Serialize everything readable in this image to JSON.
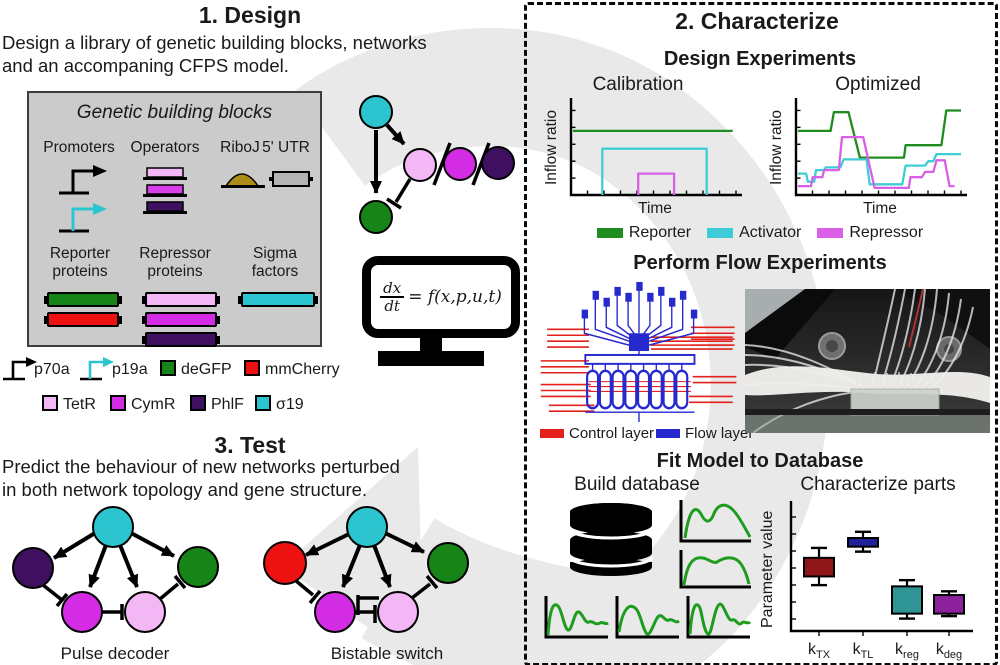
{
  "design": {
    "heading": "1. Design",
    "description": "Design a library of genetic building blocks, networks\nand an accompaning CFPS model.",
    "library": {
      "title": "Genetic building blocks",
      "groups": {
        "promoters": "Promoters",
        "operators": "Operators",
        "riboj": "RiboJ",
        "utr": "5' UTR",
        "reporter": "Reporter\nproteins",
        "repressor": "Repressor\nproteins",
        "sigma": "Sigma\nfactors"
      }
    },
    "legend_row1": [
      {
        "icon": "promoter-black-icon",
        "label": "p70a",
        "color": "#111111"
      },
      {
        "icon": "promoter-cyan-icon",
        "label": "p19a",
        "color": "#2cc5cf"
      },
      {
        "icon": "swatch",
        "label": "deGFP",
        "color": "#168417"
      },
      {
        "icon": "swatch",
        "label": "mmCherry",
        "color": "#ee1111"
      }
    ],
    "legend_row2": [
      {
        "icon": "swatch",
        "label": "TetR",
        "color": "#f2b7f4"
      },
      {
        "icon": "swatch",
        "label": "CymR",
        "color": "#d42be4"
      },
      {
        "icon": "swatch",
        "label": "PhlF",
        "color": "#3f1060"
      },
      {
        "icon": "swatch",
        "label": "σ19",
        "color": "#2cc5cf"
      }
    ],
    "model_equation": {
      "numerator": "dx",
      "denominator": "dt",
      "rhs": "= f(x,p,u,t)"
    }
  },
  "characterize": {
    "heading": "2. Characterize",
    "design_experiments": {
      "heading": "Design Experiments",
      "calibration_title": "Calibration",
      "optimized_title": "Optimized",
      "ylabel": "Inflow ratio",
      "xlabel": "Time",
      "legend": [
        {
          "label": "Reporter",
          "color": "#1e8c1e"
        },
        {
          "label": "Activator",
          "color": "#3ecdd6"
        },
        {
          "label": "Repressor",
          "color": "#d95fe6"
        }
      ]
    },
    "flow_experiments": {
      "heading": "Perform Flow Experiments",
      "legend": [
        {
          "label": "Control layer",
          "color": "#e3201c"
        },
        {
          "label": "Flow layer",
          "color": "#2629cd"
        }
      ]
    },
    "fit_model": {
      "heading": "Fit Model to Database",
      "build_title": "Build database",
      "parts_title": "Characterize parts",
      "ylabel": "Parameter value"
    }
  },
  "test": {
    "heading": "3. Test",
    "description": "Predict the behaviour of new networks perturbed\nin both network topology and gene structure.",
    "caption_left": "Pulse decoder",
    "caption_right": "Bistable switch"
  },
  "colors": {
    "node_cyan": "#2cc5cf",
    "node_green": "#168417",
    "node_light_pink": "#f2b7f4",
    "node_magenta": "#d42be4",
    "node_dark_purple": "#3f1060",
    "node_red": "#ee1111",
    "riboj_gold": "#ad8c17",
    "utr_gray": "#b4b4b4",
    "library_box_gray": "#cbcbcb",
    "cycle_arrow_gray": "#e9e9e9",
    "chip_control_red": "#e3201c",
    "chip_flow_blue": "#2629cd",
    "database_curve_green": "#1e9c1e"
  },
  "chart_data": [
    {
      "id": "calibration",
      "type": "line",
      "title": "Calibration",
      "xlabel": "Time",
      "ylabel": "Inflow ratio",
      "ylim": [
        0,
        100
      ],
      "grid": false,
      "series": [
        {
          "name": "Reporter",
          "color": "#1e8c1e",
          "points": [
            [
              0,
              72
            ],
            [
              98,
              72
            ]
          ]
        },
        {
          "name": "Activator",
          "color": "#3ecdd6",
          "points": [
            [
              18,
              0
            ],
            [
              18,
              52
            ],
            [
              82,
              52
            ],
            [
              82,
              0
            ]
          ]
        },
        {
          "name": "Repressor",
          "color": "#d95fe6",
          "points": [
            [
              40,
              0
            ],
            [
              40,
              24
            ],
            [
              62,
              24
            ],
            [
              62,
              0
            ]
          ]
        }
      ]
    },
    {
      "id": "optimized",
      "type": "line",
      "title": "Optimized",
      "xlabel": "Time",
      "ylabel": "Inflow ratio",
      "ylim": [
        0,
        100
      ],
      "grid": false,
      "series": [
        {
          "name": "Reporter",
          "color": "#1e8c1e",
          "points": [
            [
              0,
              72
            ],
            [
              20,
              72
            ],
            [
              22,
              93
            ],
            [
              31,
              93
            ],
            [
              38,
              42
            ],
            [
              65,
              42
            ],
            [
              66,
              56
            ],
            [
              88,
              56
            ],
            [
              91,
              95
            ],
            [
              100,
              95
            ]
          ]
        },
        {
          "name": "Activator",
          "color": "#3ecdd6",
          "points": [
            [
              0,
              24
            ],
            [
              5,
              24
            ],
            [
              6,
              15
            ],
            [
              10,
              15
            ],
            [
              11,
              28
            ],
            [
              16,
              28
            ],
            [
              17,
              31
            ],
            [
              26,
              31
            ],
            [
              28,
              40
            ],
            [
              42,
              40
            ],
            [
              44,
              12
            ],
            [
              64,
              12
            ],
            [
              66,
              33
            ],
            [
              78,
              33
            ],
            [
              80,
              38
            ],
            [
              83,
              38
            ],
            [
              85,
              46
            ],
            [
              100,
              46
            ]
          ]
        },
        {
          "name": "Repressor",
          "color": "#d95fe6",
          "points": [
            [
              0,
              10
            ],
            [
              8,
              10
            ],
            [
              9,
              20
            ],
            [
              15,
              20
            ],
            [
              16,
              28
            ],
            [
              25,
              28
            ],
            [
              27,
              65
            ],
            [
              40,
              65
            ],
            [
              47,
              8
            ],
            [
              68,
              8
            ],
            [
              69,
              20
            ],
            [
              76,
              20
            ],
            [
              78,
              26
            ],
            [
              83,
              26
            ],
            [
              85,
              39
            ],
            [
              90,
              39
            ],
            [
              93,
              10
            ],
            [
              96,
              10
            ]
          ]
        }
      ]
    },
    {
      "id": "parts-boxplot",
      "type": "boxplot",
      "title": "Characterize parts",
      "ylabel": "Parameter value",
      "ylim": [
        0,
        100
      ],
      "boxes": [
        {
          "label": "k",
          "sub": "TX",
          "color": "#8f1616",
          "low": 37,
          "q1": 44,
          "q3": 59,
          "high": 67
        },
        {
          "label": "k",
          "sub": "TL",
          "color": "#20209a",
          "low": 64,
          "q1": 68,
          "q3": 75,
          "high": 80
        },
        {
          "label": "k",
          "sub": "reg",
          "color": "#2f9494",
          "low": 10,
          "q1": 14,
          "q3": 36,
          "high": 41
        },
        {
          "label": "k",
          "sub": "deg",
          "color": "#8c219c",
          "low": 12,
          "q1": 14,
          "q3": 29,
          "high": 32
        }
      ]
    }
  ]
}
